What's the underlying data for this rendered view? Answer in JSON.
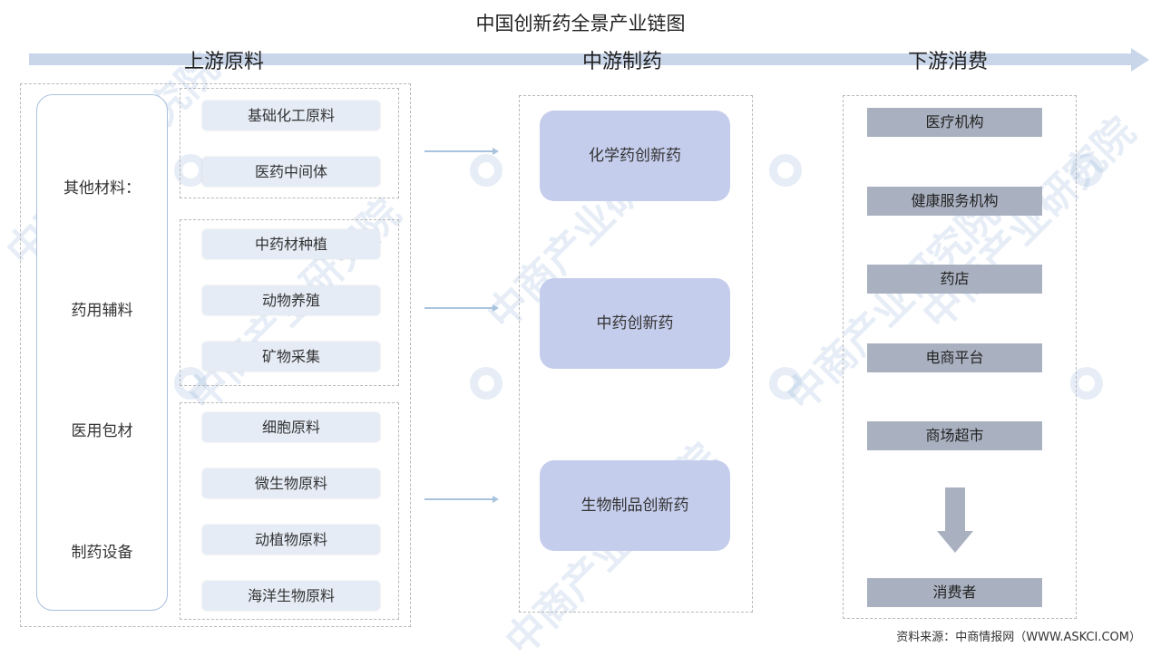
{
  "title": "中国创新药全景产业链图",
  "stages": {
    "upstream": "上游原料",
    "midstream": "中游制药",
    "downstream": "下游消费"
  },
  "side_items": [
    "其他材料：",
    "药用辅料",
    "医用包材",
    "制药设备"
  ],
  "upstream_groups": {
    "group1": [
      "基础化工原料",
      "医药中间体"
    ],
    "group2": [
      "中药材种植",
      "动物养殖",
      "矿物采集"
    ],
    "group3": [
      "细胞原料",
      "微生物原料",
      "动植物原料",
      "海洋生物原料"
    ]
  },
  "midstream_items": [
    "化学药创新药",
    "中药创新药",
    "生物制品创新药"
  ],
  "downstream_items": [
    "医疗机构",
    "健康服务机构",
    "药店",
    "电商平台",
    "商场超市"
  ],
  "consumer": "消费者",
  "source": "资料来源：中商情报网（WWW.ASKCI.COM）",
  "watermark": "中商产业研究院",
  "colors": {
    "arrow": "#c9d6ea",
    "upstream_box": "#e6ecf6",
    "midstream_box": "#c5cdec",
    "downstream_box": "#a9b1c0"
  }
}
